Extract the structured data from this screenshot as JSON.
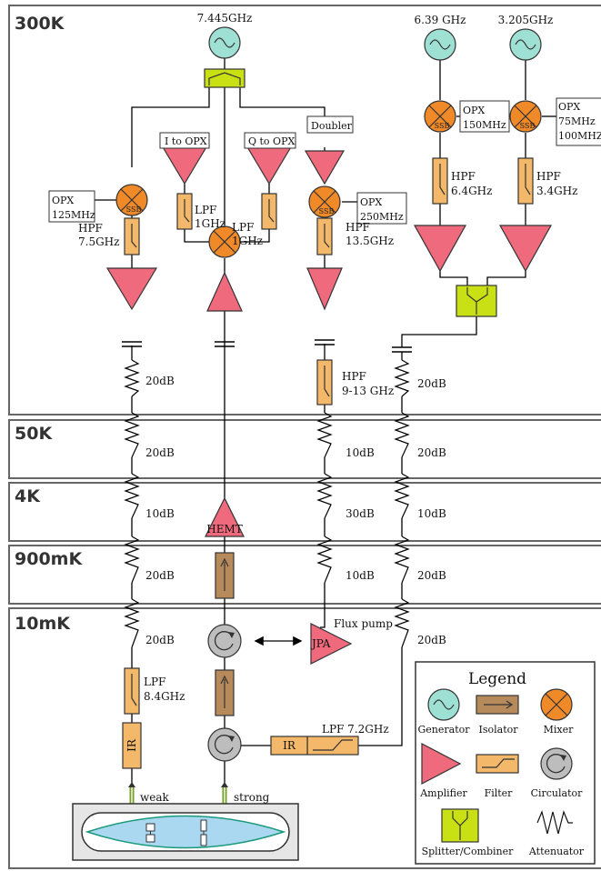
{
  "stages": {
    "s300k": "300K",
    "s50k": "50K",
    "s4k": "4K",
    "s900mk": "900mK",
    "s10mk": "10mK"
  },
  "generators": {
    "g1": "7.445GHz",
    "g2": "6.39 GHz",
    "g3": "3.205GHz"
  },
  "boxes": {
    "i_to_opx": "I to OPX",
    "q_to_opx": "Q to OPX",
    "doubler": "Doubler",
    "opx125_a": "OPX",
    "opx125_b": "125MHz",
    "opx250_a": "OPX",
    "opx250_b": "250MHz",
    "opx150_a": "OPX",
    "opx150_b": "150MHz",
    "opx75_a": "OPX",
    "opx75_b": "75MHz",
    "opx75_c": "100MHZ"
  },
  "mixer_tag": "SSB",
  "filters": {
    "hpf_75_a": "HPF",
    "hpf_75_b": "7.5GHz",
    "lpf_i_a": "LPF",
    "lpf_i_b": "1GHz",
    "lpf_q_a": "LPF",
    "lpf_q_b": "1GHz",
    "hpf_135_a": "HPF",
    "hpf_135_b": "13.5GHz",
    "hpf_64_a": "HPF",
    "hpf_64_b": "6.4GHz",
    "hpf_34_a": "HPF",
    "hpf_34_b": "3.4GHz",
    "hpf_913_a": "HPF",
    "hpf_913_b": "9-13 GHz",
    "lpf_84_a": "LPF",
    "lpf_84_b": "8.4GHz",
    "lpf_72": "LPF 7.2GHz"
  },
  "attenuators": {
    "a1_300": "20dB",
    "a4_300": "20dB",
    "a1_50": "20dB",
    "a3_50": "10dB",
    "a4_50": "20dB",
    "a1_4": "10dB",
    "a3_4": "30dB",
    "a4_4": "10dB",
    "a1_900": "20dB",
    "a3_900": "10dB",
    "a4_900": "20dB",
    "a1_10": "20dB",
    "a4_10": "20dB"
  },
  "components": {
    "hemt": "HEMT",
    "jpa": "JPA",
    "flux_pump": "Flux pump",
    "ir_left": "IR",
    "ir_right": "IR",
    "weak": "weak",
    "strong": "strong"
  },
  "legend": {
    "title": "Legend",
    "generator": "Generator",
    "isolator": "Isolator",
    "mixer": "Mixer",
    "amplifier": "Amplifier",
    "filter": "Filter",
    "circulator": "Circulator",
    "splitter": "Splitter/Combiner",
    "attenuator": "Attenuator"
  },
  "colors": {
    "generator": "#9fe0d4",
    "mixer": "#f08a28",
    "amplifier": "#ee6a7c",
    "filter": "#f3b86a",
    "isolator": "#b78a5c",
    "splitter": "#c9e014",
    "circulator": "#bdbdbd",
    "stage_border": "#666666",
    "cavity": "#aad8f0"
  }
}
